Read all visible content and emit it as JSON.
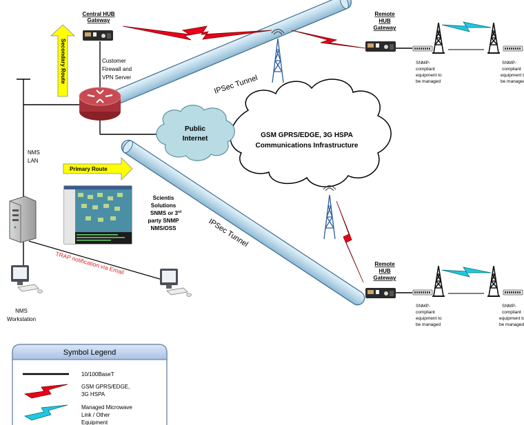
{
  "central_hub": {
    "line1": "Central HUB",
    "line2": "Gateway"
  },
  "secondary_route": "Secondary Route",
  "primary_route": "Primary Route",
  "customer_fw": {
    "line1": "Customer",
    "line2": "Firewall and",
    "line3": "VPN Server"
  },
  "nms_lan": {
    "line1": "NMS",
    "line2": "LAN"
  },
  "public_internet": {
    "line1": "Public",
    "line2": "Internet"
  },
  "gsm_cloud": {
    "line1": "GSM GPRS/EDGE, 3G HSPA",
    "line2": "Communications Infrastructure"
  },
  "ipsec_top": "IPSec Tunnel",
  "ipsec_bottom": "IPSec Tunnel",
  "scientis": {
    "line1": "Scientis",
    "line2": "Solutions",
    "line3": "SNMS or 3",
    "line3_sup": "rd",
    "line4": "party SNMP",
    "line5": "NMS/OSS"
  },
  "trap": "TRAP notification via Email",
  "nms_workstation": {
    "line1": "NMS",
    "line2": "Workstation"
  },
  "remote_hub_top": {
    "line1": "Remote",
    "line2": "HUB",
    "line3": "Gateway"
  },
  "remote_hub_bottom": {
    "line1": "Remote",
    "line2": "HUB",
    "line3": "Gateway"
  },
  "snmp_equipment": {
    "line1": "SNMP-",
    "line2": "compliant",
    "line3": "equipment to",
    "line4": "be managed"
  },
  "legend": {
    "title": "Symbol Legend",
    "items": [
      {
        "line1": "10/100BaseT",
        "line2": ""
      },
      {
        "line1": "GSM GPRS/EDGE,",
        "line2": "3G HSPA"
      },
      {
        "line1": "Managed Microwave",
        "line2": "Link / Other",
        "line3": "Equipment"
      }
    ]
  },
  "colors": {
    "tunnel_fill": "#bcd9ea",
    "cloud_public": "#b8dbe4",
    "gsm_bolt": "#e8001c",
    "microwave_bolt": "#1ec9e0",
    "arrow_yellow": "#ffff00",
    "router_red": "#b0343c",
    "trap_text": "#e02020",
    "legend_header": "#b9cdea"
  }
}
